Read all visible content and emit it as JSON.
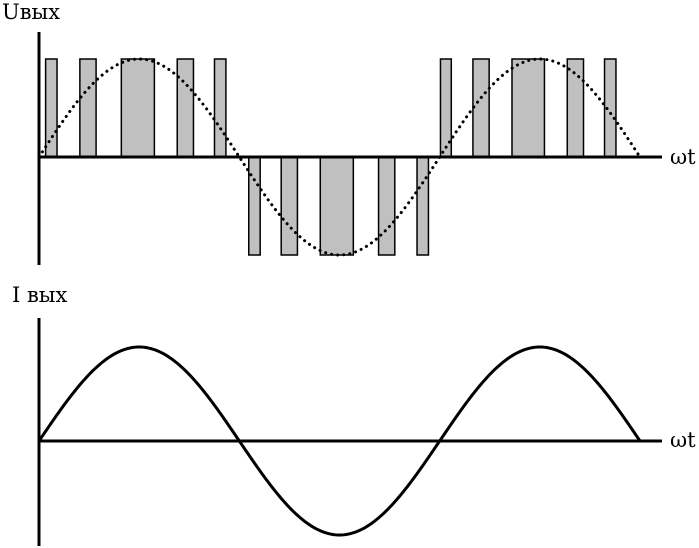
{
  "top_panel": {
    "y_axis_label": "Uвых",
    "x_axis_label": "ωt",
    "pulses": {
      "positive_half_1": [
        [
          0.011,
          0.03
        ],
        [
          0.068,
          0.095
        ],
        [
          0.137,
          0.192
        ],
        [
          0.23,
          0.257
        ],
        [
          0.292,
          0.311
        ]
      ],
      "negative_half": [
        [
          0.349,
          0.368
        ],
        [
          0.403,
          0.43
        ],
        [
          0.468,
          0.523
        ],
        [
          0.565,
          0.592
        ],
        [
          0.629,
          0.648
        ]
      ],
      "positive_half_2": [
        [
          0.668,
          0.686
        ],
        [
          0.722,
          0.749
        ],
        [
          0.787,
          0.841
        ],
        [
          0.879,
          0.906
        ],
        [
          0.941,
          0.96
        ]
      ]
    },
    "pulse_fill": "#c0c0c0",
    "reference_wave": "dotted sine"
  },
  "bottom_panel": {
    "y_axis_label": "I вых",
    "x_axis_label": "ωt",
    "waveform": "sine"
  }
}
